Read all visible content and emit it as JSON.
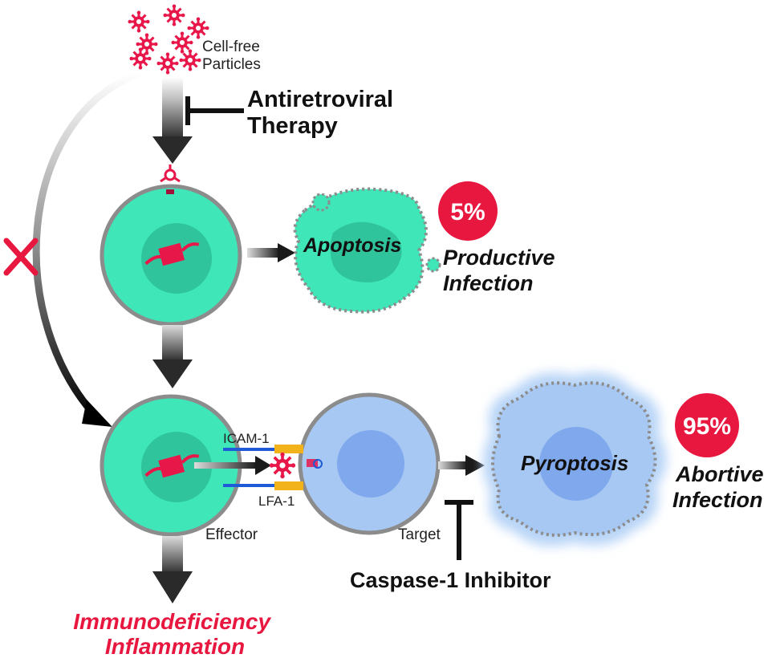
{
  "labels": {
    "cell_free": [
      "Cell-free",
      "Particles"
    ],
    "art": [
      "Antiretroviral",
      "Therapy"
    ],
    "apoptosis": "Apoptosis",
    "productive": [
      "Productive",
      "Infection"
    ],
    "pct_productive": "5%",
    "pct_abortive": "95%",
    "abortive": [
      "Abortive",
      "Infection"
    ],
    "pyroptosis": "Pyroptosis",
    "icam": "ICAM-1",
    "lfa": "LFA-1",
    "effector": "Effector",
    "target": "Target",
    "caspase": "Caspase-1 Inhibitor",
    "outcome": [
      "Immunodeficiency",
      "Inflammation"
    ]
  },
  "colors": {
    "infected_cell": "#3ee6b8",
    "infected_nucleus": "#2fc49c",
    "target_cell": "#a8c8f4",
    "target_nucleus": "#7fa9ec",
    "virus": "#e8174a",
    "badge": "#e8173f",
    "outcome_text": "#e8173f",
    "icam_blue": "#1f5bd6",
    "lfa_yellow": "#f2b31a"
  }
}
